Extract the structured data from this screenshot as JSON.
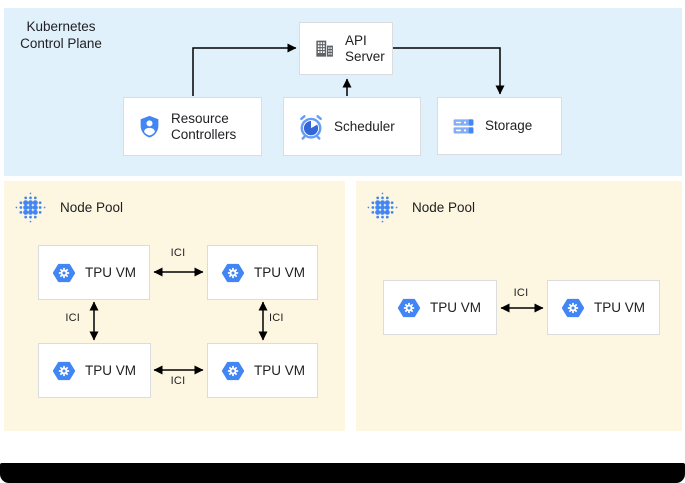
{
  "control_plane": {
    "title": "Kubernetes Control Plane",
    "nodes": {
      "api_server": {
        "label": "API Server",
        "icon": "building-icon"
      },
      "resource_controllers": {
        "label": "Resource Controllers",
        "icon": "shield-user-icon"
      },
      "scheduler": {
        "label": "Scheduler",
        "icon": "alarm-clock-icon"
      },
      "storage": {
        "label": "Storage",
        "icon": "stacked-disks-icon"
      }
    },
    "edges": [
      {
        "from": "Resource Controllers",
        "to": "API Server"
      },
      {
        "from": "Scheduler",
        "to": "API Server"
      },
      {
        "from": "API Server",
        "to": "Storage"
      }
    ]
  },
  "node_pools": [
    {
      "label": "Node Pool",
      "icon": "dotted-cluster-icon",
      "vms": [
        {
          "label": "TPU VM",
          "icon": "tpu-hexagon-icon"
        },
        {
          "label": "TPU VM",
          "icon": "tpu-hexagon-icon"
        },
        {
          "label": "TPU VM",
          "icon": "tpu-hexagon-icon"
        },
        {
          "label": "TPU VM",
          "icon": "tpu-hexagon-icon"
        }
      ],
      "links": [
        {
          "from": 0,
          "to": 1,
          "label": "ICI"
        },
        {
          "from": 0,
          "to": 2,
          "label": "ICI"
        },
        {
          "from": 1,
          "to": 3,
          "label": "ICI"
        },
        {
          "from": 2,
          "to": 3,
          "label": "ICI"
        }
      ]
    },
    {
      "label": "Node Pool",
      "icon": "dotted-cluster-icon",
      "vms": [
        {
          "label": "TPU VM",
          "icon": "tpu-hexagon-icon"
        },
        {
          "label": "TPU VM",
          "icon": "tpu-hexagon-icon"
        }
      ],
      "links": [
        {
          "from": 0,
          "to": 1,
          "label": "ICI"
        }
      ]
    }
  ],
  "colors": {
    "control_plane_bg": "#e0f1fc",
    "node_pool_bg": "#fdf6e0",
    "box_border": "#dadce0",
    "google_blue": "#4285f4",
    "light_blue": "#669df6",
    "storage_light_blue": "#80acf8",
    "dark_blue": "#3367d6",
    "icon_gray": "#5f6368",
    "text": "#202124",
    "arrow": "#000000",
    "bottom_bar": "#000000"
  }
}
